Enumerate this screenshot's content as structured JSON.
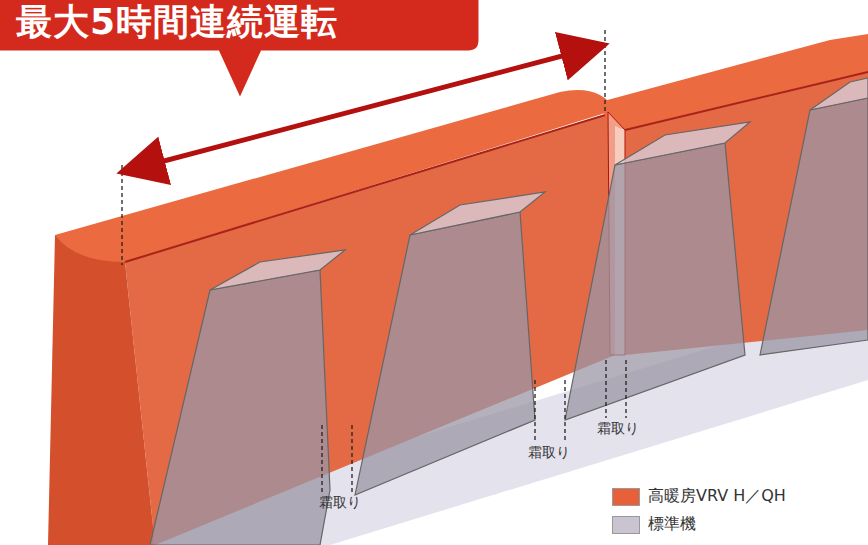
{
  "diagram": {
    "nodes": [
      {
        "text": [
          "最大5時間連続運転"
        ]
      }
    ],
    "edges": [],
    "labels": [
      "霜取り",
      "霜取り",
      "霜取り"
    ],
    "legend": [
      {
        "text": "高暖房VRV H／QH",
        "color": "#e8603a"
      },
      {
        "text": "標準機",
        "color": "#c9c4cf"
      }
    ]
  }
}
